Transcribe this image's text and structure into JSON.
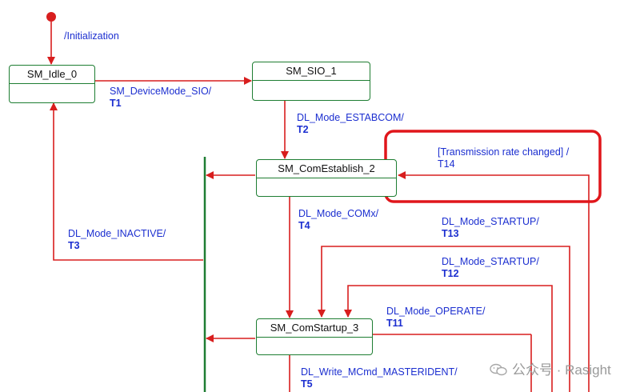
{
  "states": {
    "idle": "SM_Idle_0",
    "sio": "SM_SIO_1",
    "establish": "SM_ComEstablish_2",
    "startup": "SM_ComStartup_3"
  },
  "transitions": {
    "init": "/Initialization",
    "t1_event": "SM_DeviceMode_SIO/",
    "t1_id": "T1",
    "t2_event": "DL_Mode_ESTABCOM/",
    "t2_id": "T2",
    "t3_event": "DL_Mode_INACTIVE/",
    "t3_id": "T3",
    "t4_event": "DL_Mode_COMx/",
    "t4_id": "T4",
    "t5_event": "DL_Write_MCmd_MASTERIDENT/",
    "t5_id": "T5",
    "t11_event": "DL_Mode_OPERATE/",
    "t11_id": "T11",
    "t12_event": "DL_Mode_STARTUP/",
    "t12_id": "T12",
    "t13_event": "DL_Mode_STARTUP/",
    "t13_id": "T13",
    "t14_event": "[Transmission rate changed] /",
    "t14_id": "T14"
  },
  "watermark": "公众号 · Rasight",
  "colors": {
    "arrow": "#d81e1e",
    "state_border": "#1e7d32",
    "bar": "#1e7d32",
    "label": "#1c2fd0",
    "highlight": "#e0161b"
  },
  "icons": [
    "wechat-logo-icon"
  ]
}
